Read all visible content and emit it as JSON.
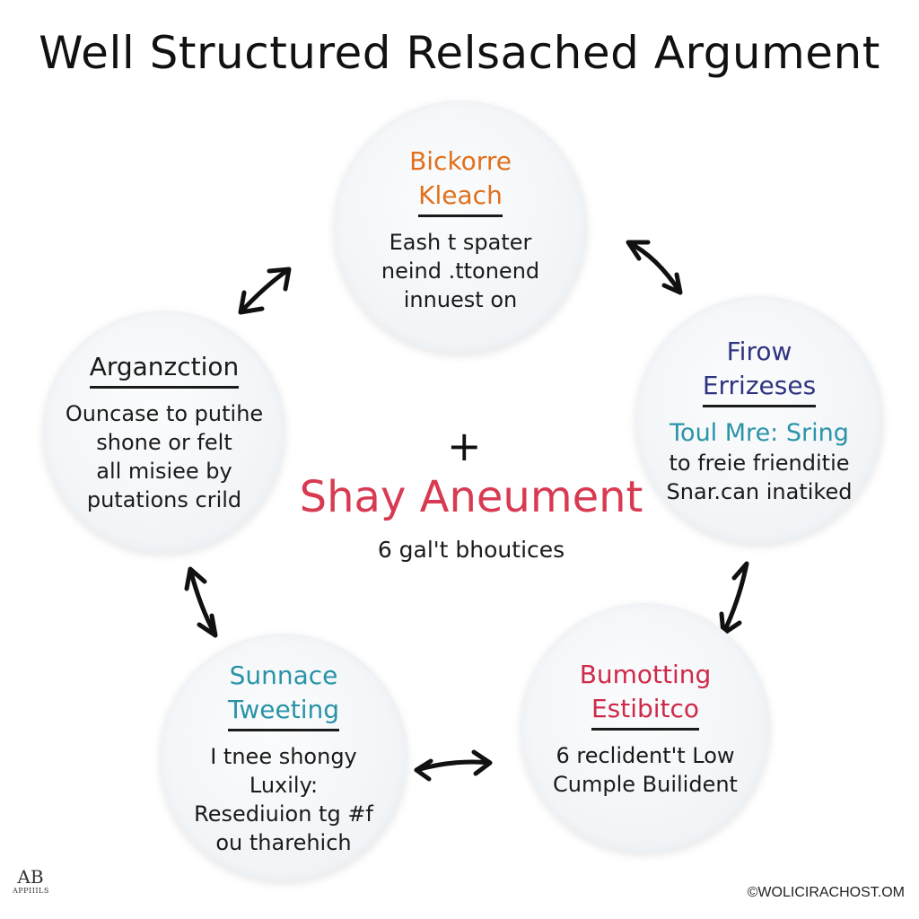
{
  "title": "Well Structured Relsached Argument",
  "center": {
    "plus": "+",
    "title": "Shay Aneument",
    "subtitle": "6 gal't bhoutices"
  },
  "nodes": {
    "top": {
      "heading1": "Bickorre",
      "heading2": "Kleach",
      "lines": [
        "Eash t spater",
        "neind .ttonend",
        "innuest on"
      ],
      "color": "#e0701c"
    },
    "right": {
      "heading1": "Firow",
      "heading2": "Errizeses",
      "sub": "Toul Mre: Sring",
      "lines": [
        "to freie frienditie",
        "Snar.can inatiked"
      ],
      "color": "#2f3580",
      "sub_color": "#2a93a8"
    },
    "left": {
      "heading": "Arganzction",
      "lines": [
        "Ouncase to putihe",
        "shone or felt",
        "all misiee by",
        "putations crild"
      ],
      "color": "#1a1a1a"
    },
    "bottom_left": {
      "heading1": "Sunnace",
      "heading2": "Tweeting",
      "lines": [
        "I tnee shongy",
        "Luxily:",
        "Resediuion tg #f",
        "ou tharehich"
      ],
      "color": "#2a93a8"
    },
    "bottom_right": {
      "heading1": "Bumotting",
      "heading2": "Estibitco",
      "lines": [
        "6 reclident't Low",
        "Cumple Builident"
      ],
      "color": "#cf2a4a"
    }
  },
  "logo": {
    "mark": "AB",
    "text": "APPIIILS"
  },
  "credit": "©WOLICIRACHOST.OM"
}
